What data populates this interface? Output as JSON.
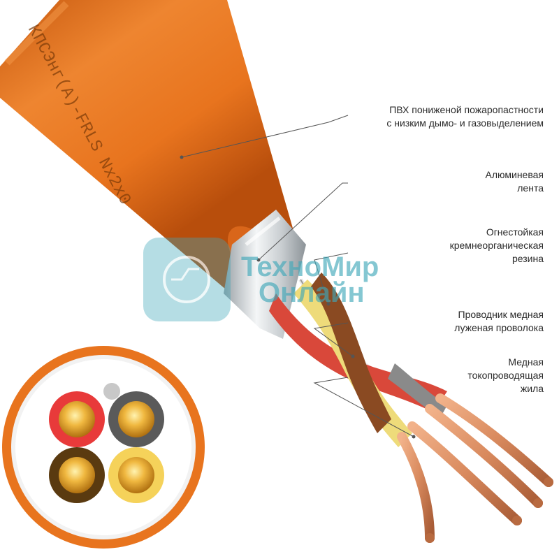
{
  "cable_marking": "КПСЭнг(А)-FRLS Nx2x0",
  "callouts": {
    "pvc": {
      "line1": "ПВХ пониженой пожаропастности",
      "line2": "с низким дымо- и газовыделением"
    },
    "foil": {
      "line1": "Алюминевая",
      "line2": "лента"
    },
    "rubber": {
      "line1": "Огнестойкая",
      "line2": "кремнеорганическая",
      "line3": "резина"
    },
    "drain": {
      "line1": "Проводник медная",
      "line2": "луженая проволока"
    },
    "core": {
      "line1": "Медная",
      "line2": "токопроводящая",
      "line3": "жила"
    }
  },
  "watermark": {
    "line1": "ТехноМир",
    "line2": "Онлайн"
  },
  "colors": {
    "jacket": "#e8741e",
    "jacket_dark": "#c85a10",
    "foil": "#d9dde0",
    "core_red": "#d9483a",
    "core_brown": "#8a4a22",
    "core_yellow": "#eedb7a",
    "core_grey": "#8a8a8a",
    "copper": "#d98a5e",
    "watermark": "#3fa7b8"
  }
}
